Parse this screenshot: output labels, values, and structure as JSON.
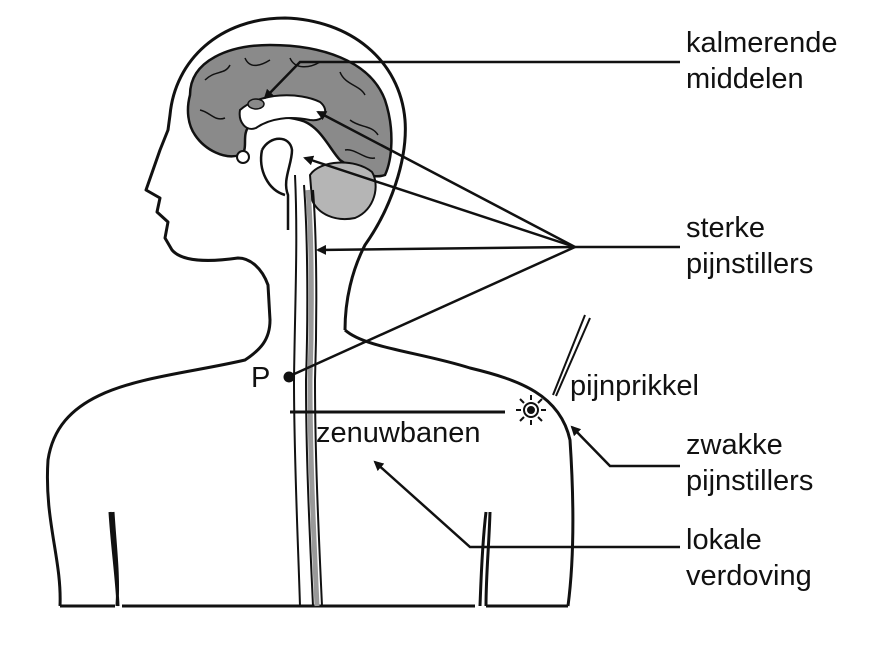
{
  "diagram": {
    "type": "anatomy-labelled-figure",
    "subject": "human head and upper body with brain, spinal cord and nerve pathways",
    "labels": {
      "kalmerende_line1": "kalmerende",
      "kalmerende_line2": "middelen",
      "sterke_line1": "sterke",
      "sterke_line2": "pijnstillers",
      "pijnprikkel": "pijnprikkel",
      "zwakke_line1": "zwakke",
      "zwakke_line2": "pijnstillers",
      "lokale_line1": "lokale",
      "lokale_line2": "verdoving",
      "zenuwbanen": "zenuwbanen",
      "point_p": "P"
    },
    "colors": {
      "line": "#111111",
      "brain_cortex": "#8a8a8a",
      "cerebellum": "#b5b5b5",
      "spinal_cord": "#999999",
      "background": "#ffffff"
    }
  }
}
